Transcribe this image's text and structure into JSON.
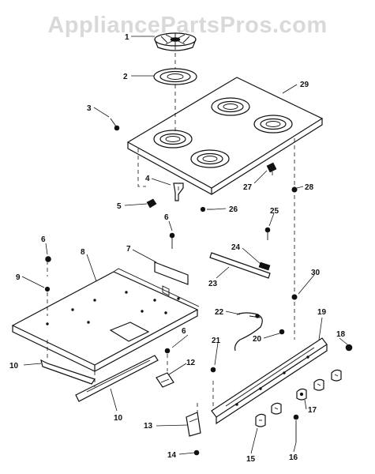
{
  "watermark": "AppliancePartsPros.com",
  "callouts": {
    "c1": "1",
    "c2": "2",
    "c3": "3",
    "c4": "4",
    "c5": "5",
    "c6a": "6",
    "c6b": "6",
    "c6c": "6",
    "c7": "7",
    "c8": "8",
    "c9": "9",
    "c10a": "10",
    "c10b": "10",
    "c12": "12",
    "c13": "13",
    "c14": "14",
    "c15": "15",
    "c16": "16",
    "c17": "17",
    "c18": "18",
    "c19": "19",
    "c20": "20",
    "c21": "21",
    "c22": "22",
    "c23": "23",
    "c24": "24",
    "c25": "25",
    "c26": "26",
    "c27": "27",
    "c28": "28",
    "c29": "29",
    "c30": "30"
  }
}
